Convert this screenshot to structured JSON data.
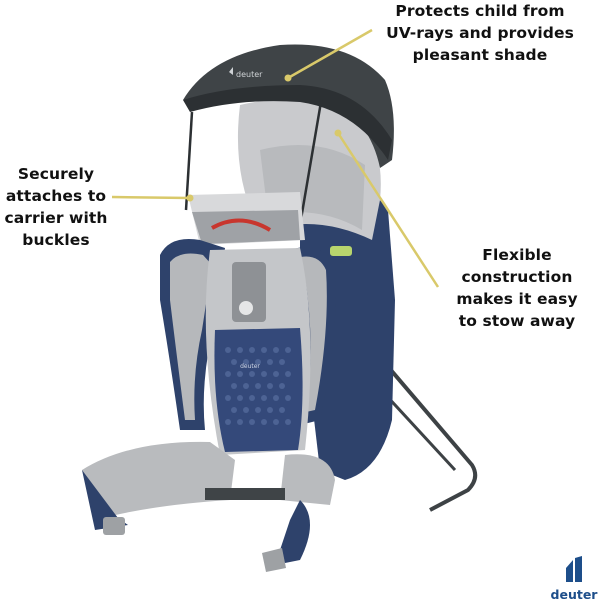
{
  "callouts": {
    "top": {
      "lines": [
        "Protects child from",
        "UV-rays and provides",
        "pleasant shade"
      ]
    },
    "left": {
      "lines": [
        "Securely",
        "attaches to",
        "carrier with",
        "buckles"
      ]
    },
    "right": {
      "lines": [
        "Flexible",
        "construction",
        "makes it easy",
        "to stow away"
      ]
    }
  },
  "product": {
    "canopy_logo": "deuter",
    "back_panel_label": "deuter"
  },
  "brand": {
    "wordmark": "deuter",
    "color": "#1d4e8a"
  },
  "colors": {
    "leader_line": "#d9c96a",
    "navy": "#2e426b",
    "light_grey": "#c9cacd",
    "charcoal": "#3f4447"
  }
}
